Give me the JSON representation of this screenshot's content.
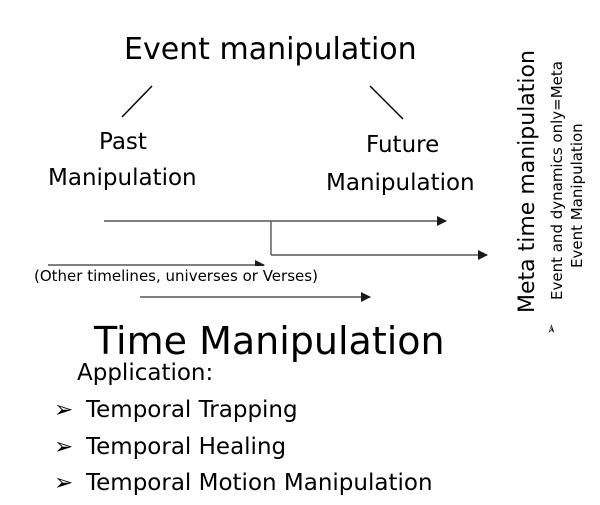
{
  "diagram": {
    "event_title": "Event manipulation",
    "past_label_1": "Past",
    "past_label_2": "Manipulation",
    "future_label_1": "Future",
    "future_label_2": "Manipulation",
    "other_label": "(Other timelines, universes or Verses)",
    "time_title": "Time Manipulation",
    "application_header": "Application:",
    "applications": [
      "Temporal Trapping",
      "Temporal Healing",
      "Temporal Motion Manipulation"
    ],
    "bullet_glyph": "➢",
    "meta_title": "Meta time manipulation",
    "meta_note_1": "Event and dynamics only=Meta",
    "meta_note_2": "Event Manipulation",
    "meta_bullet_glyph": "➢"
  }
}
